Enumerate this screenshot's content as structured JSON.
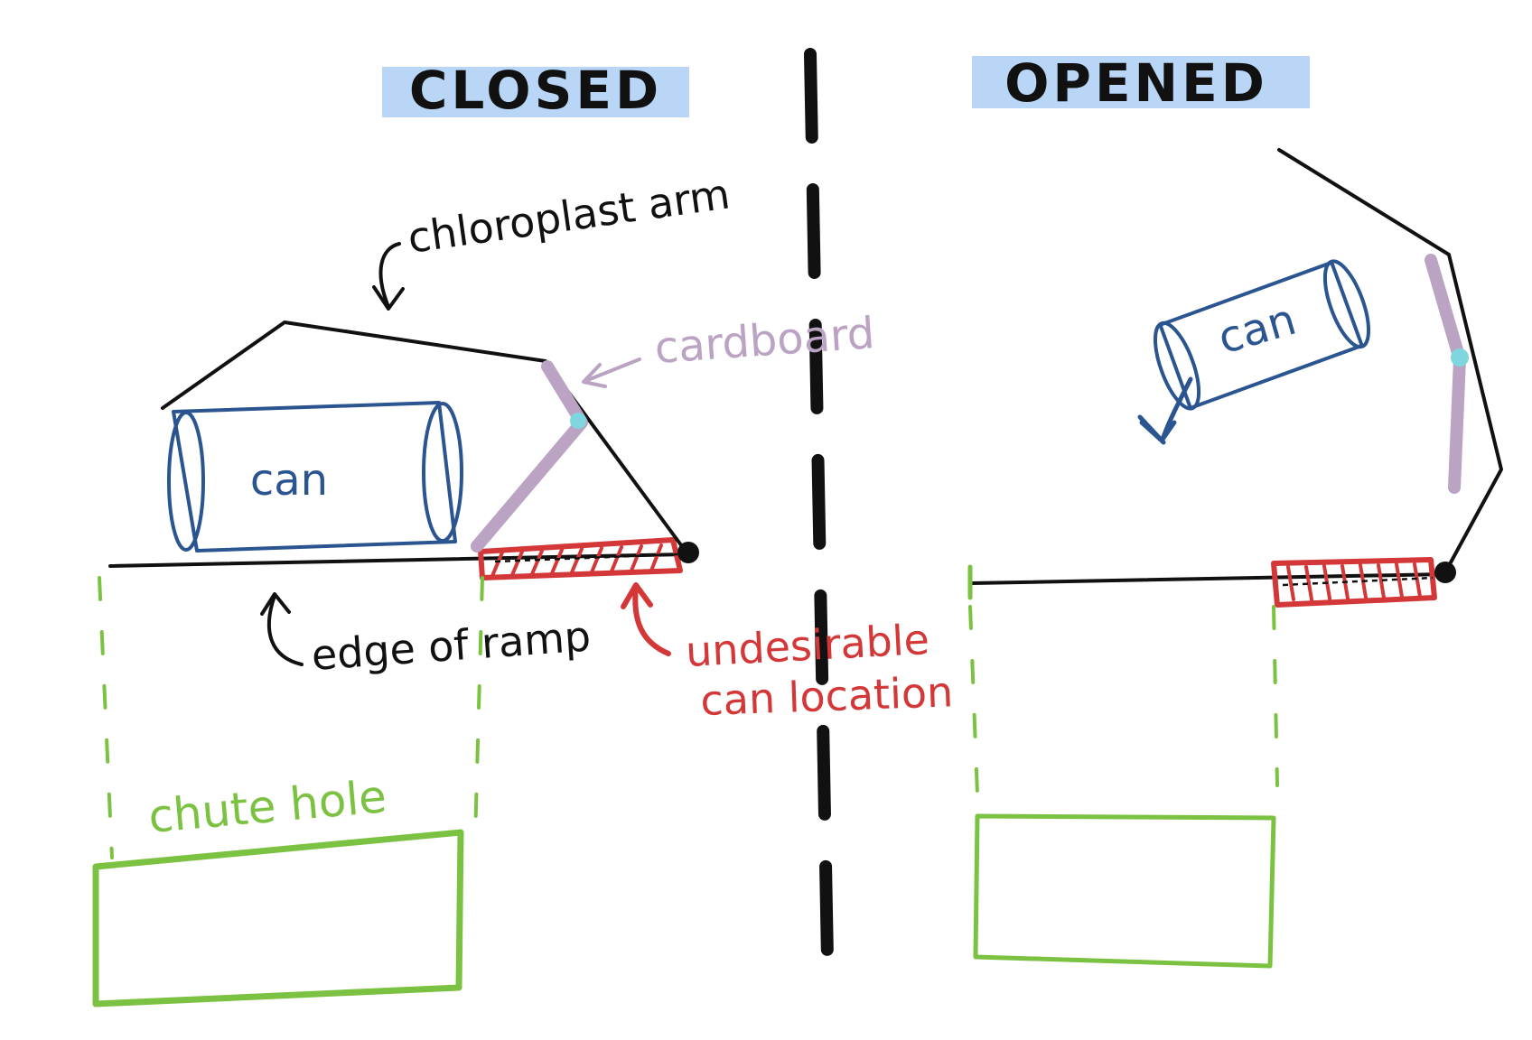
{
  "panels": {
    "closed_title": "CLOSED",
    "opened_title": "OPENED"
  },
  "labels": {
    "arm": "chloroplast arm",
    "cardboard": "cardboard",
    "can_closed": "can",
    "can_opened": "can",
    "ramp_edge": "edge of ramp",
    "undesirable_line1": "undesirable",
    "undesirable_line2": "can location",
    "chute": "chute hole"
  },
  "colors": {
    "ink": "#111111",
    "title_highlight": "#b9d6f7",
    "can": "#2b5591",
    "cardboard": "#bba3c4",
    "hinge_dot": "#7fd6df",
    "undesirable": "#d43737",
    "chute": "#7cc242"
  }
}
